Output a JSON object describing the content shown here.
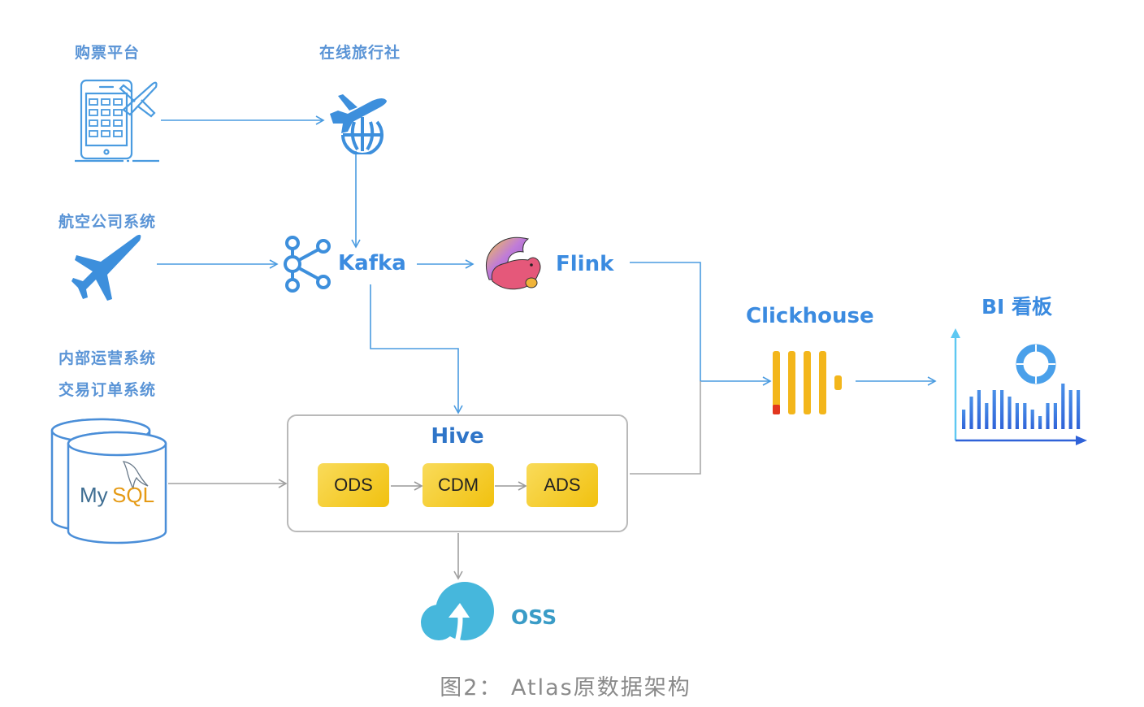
{
  "sources": {
    "ticket_platform": "购票平台",
    "online_travel_agency": "在线旅行社",
    "airline_system": "航空公司系统",
    "internal_ops_system": "内部运营系统",
    "trade_order_system": "交易订单系统"
  },
  "components": {
    "kafka": "Kafka",
    "flink": "Flink",
    "hive": "Hive",
    "clickhouse": "Clickhouse",
    "bi_dashboard": "BI 看板",
    "oss": "OSS",
    "mysql_my": "My",
    "mysql_sql": "SQL"
  },
  "hive_layers": [
    "ODS",
    "CDM",
    "ADS"
  ],
  "caption": "图2： Atlas原数据架构",
  "colors": {
    "blue_line": "#4a9be0",
    "gray_line": "#a8a8a8",
    "layer_yellow": "#f4c81f",
    "oss_cyan": "#46b7dc"
  },
  "bi_chart": {
    "bars": [
      3,
      5,
      6,
      4,
      6,
      6,
      5,
      4,
      4,
      3,
      2,
      4,
      4,
      7,
      6,
      6
    ]
  }
}
